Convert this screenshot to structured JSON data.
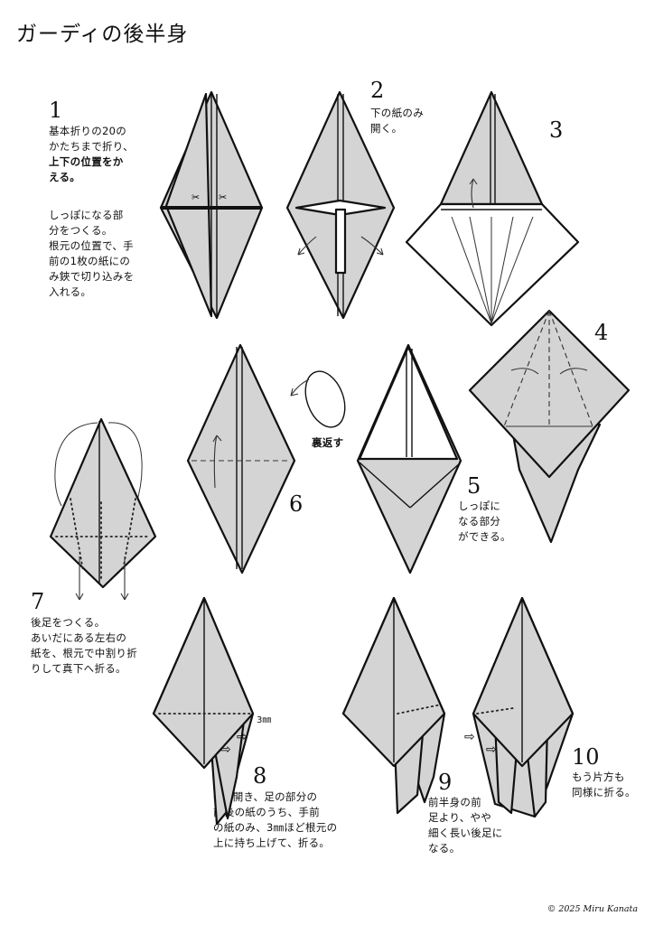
{
  "title": "ガーディの後半身",
  "copyright": "© 2025 Miru Kanata",
  "steps": [
    {
      "num": "1",
      "text_a": "基本折りの20の\nかたちまで折り、",
      "text_b": "上下の位置をか\nえる。",
      "text_c": "しっぽになる部\n分をつくる。\n根元の位置で、手\n前の1枚の紙にの\nみ鋏で切り込みを\n入れる。"
    },
    {
      "num": "2",
      "text": "下の紙のみ\n開く。"
    },
    {
      "num": "3"
    },
    {
      "num": "4"
    },
    {
      "num": "5",
      "text": "しっぽに\nなる部分\nができる。"
    },
    {
      "num": "6"
    },
    {
      "num": "7",
      "text": "後足をつくる。\nあいだにある左右の\n紙を、根元で中割り折\nりして真下へ折る。"
    },
    {
      "num": "8",
      "text": "⇒を開き、足の部分の\n前後の紙のうち、手前\nの紙のみ、3㎜ほど根元の\n上に持ち上げて、折る。"
    },
    {
      "num": "9",
      "text": "前半身の前\n足より、やや\n細く長い後足に\nなる。"
    },
    {
      "num": "10",
      "text": "もう片方も\n同様に折る。"
    }
  ],
  "labels": {
    "turn_over": "裏返す",
    "measure": "3㎜"
  },
  "icons": [
    "scissors-icon",
    "scissors-icon",
    "turn-over-arrow-icon",
    "open-arrow-icon"
  ]
}
